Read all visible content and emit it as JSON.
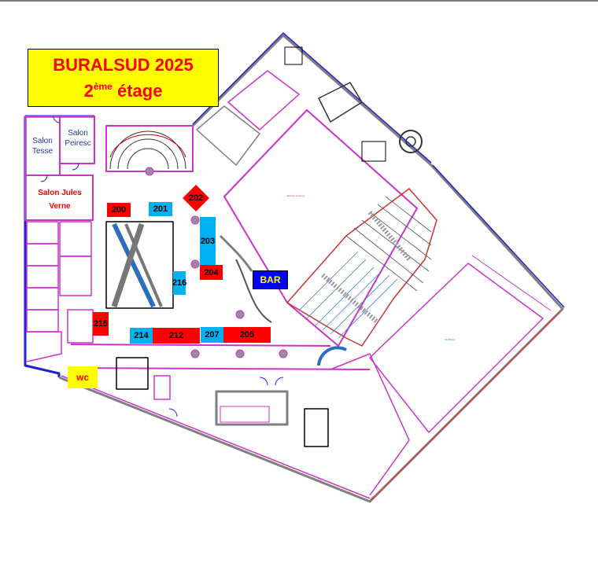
{
  "title": {
    "line1": "BURALSUD 2025",
    "line2_prefix": "2",
    "line2_sup": "ème",
    "line2_suffix": " étage"
  },
  "colors": {
    "title_bg": "#ffff00",
    "title_text": "#ff0000",
    "stand_red": "#ff0000",
    "stand_blue": "#00b0f0",
    "bar_bg": "#0000ff",
    "bar_text": "#ffff00",
    "wall_magenta": "#cc33cc",
    "wall_gray": "#7f7f7f",
    "outer_blue": "#2222cc"
  },
  "rooms": {
    "salon_tesse": "Salon\nTesse",
    "salon_peiresc": "Salon\nPeiresc",
    "salon_jules_verne_l1": "Salon Jules",
    "salon_jules_verne_l2": "Verne",
    "bar": "BAR",
    "wc": "wc"
  },
  "stands": [
    {
      "id": "200",
      "color": "red"
    },
    {
      "id": "201",
      "color": "blue"
    },
    {
      "id": "202",
      "color": "red"
    },
    {
      "id": "203",
      "color": "blue"
    },
    {
      "id": "204",
      "color": "red"
    },
    {
      "id": "205",
      "color": "red"
    },
    {
      "id": "207",
      "color": "blue"
    },
    {
      "id": "212",
      "color": "red"
    },
    {
      "id": "214",
      "color": "blue"
    },
    {
      "id": "215",
      "color": "red"
    },
    {
      "id": "216",
      "color": "blue"
    }
  ]
}
